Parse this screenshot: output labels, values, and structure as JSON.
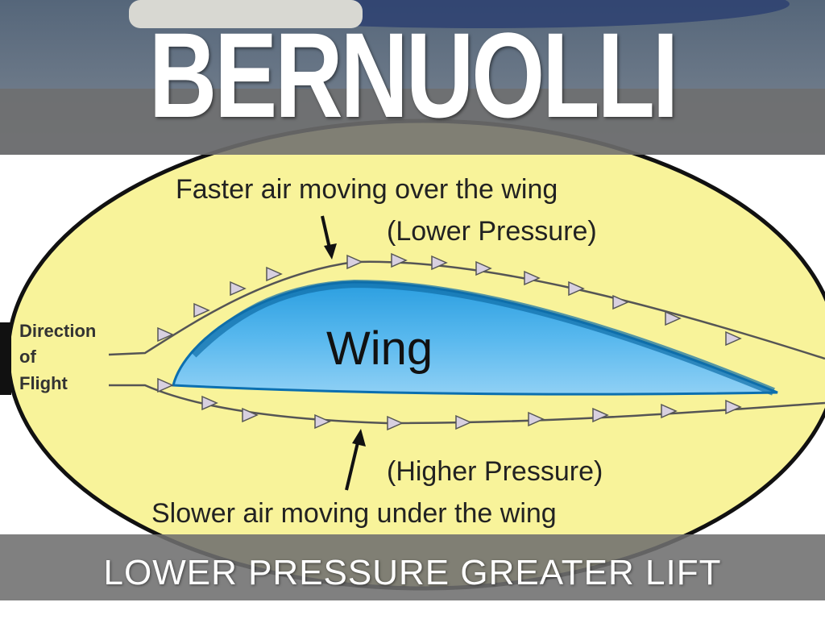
{
  "slide": {
    "title": "BERNUOLLI",
    "caption": "LOWER PRESSURE GREATER LIFT"
  },
  "diagram": {
    "top_label": "Faster air moving over the wing",
    "top_sub_label": "(Lower Pressure)",
    "bottom_sub_label": "(Higher Pressure)",
    "bottom_label": "Slower air moving under the wing",
    "wing_label": "Wing",
    "direction_line1": "Direction",
    "direction_line2": "of",
    "direction_line3": "Flight"
  },
  "colors": {
    "ellipse": "#f8f39a",
    "wing": "#3aa9e4",
    "band": "#6e6e6e"
  }
}
